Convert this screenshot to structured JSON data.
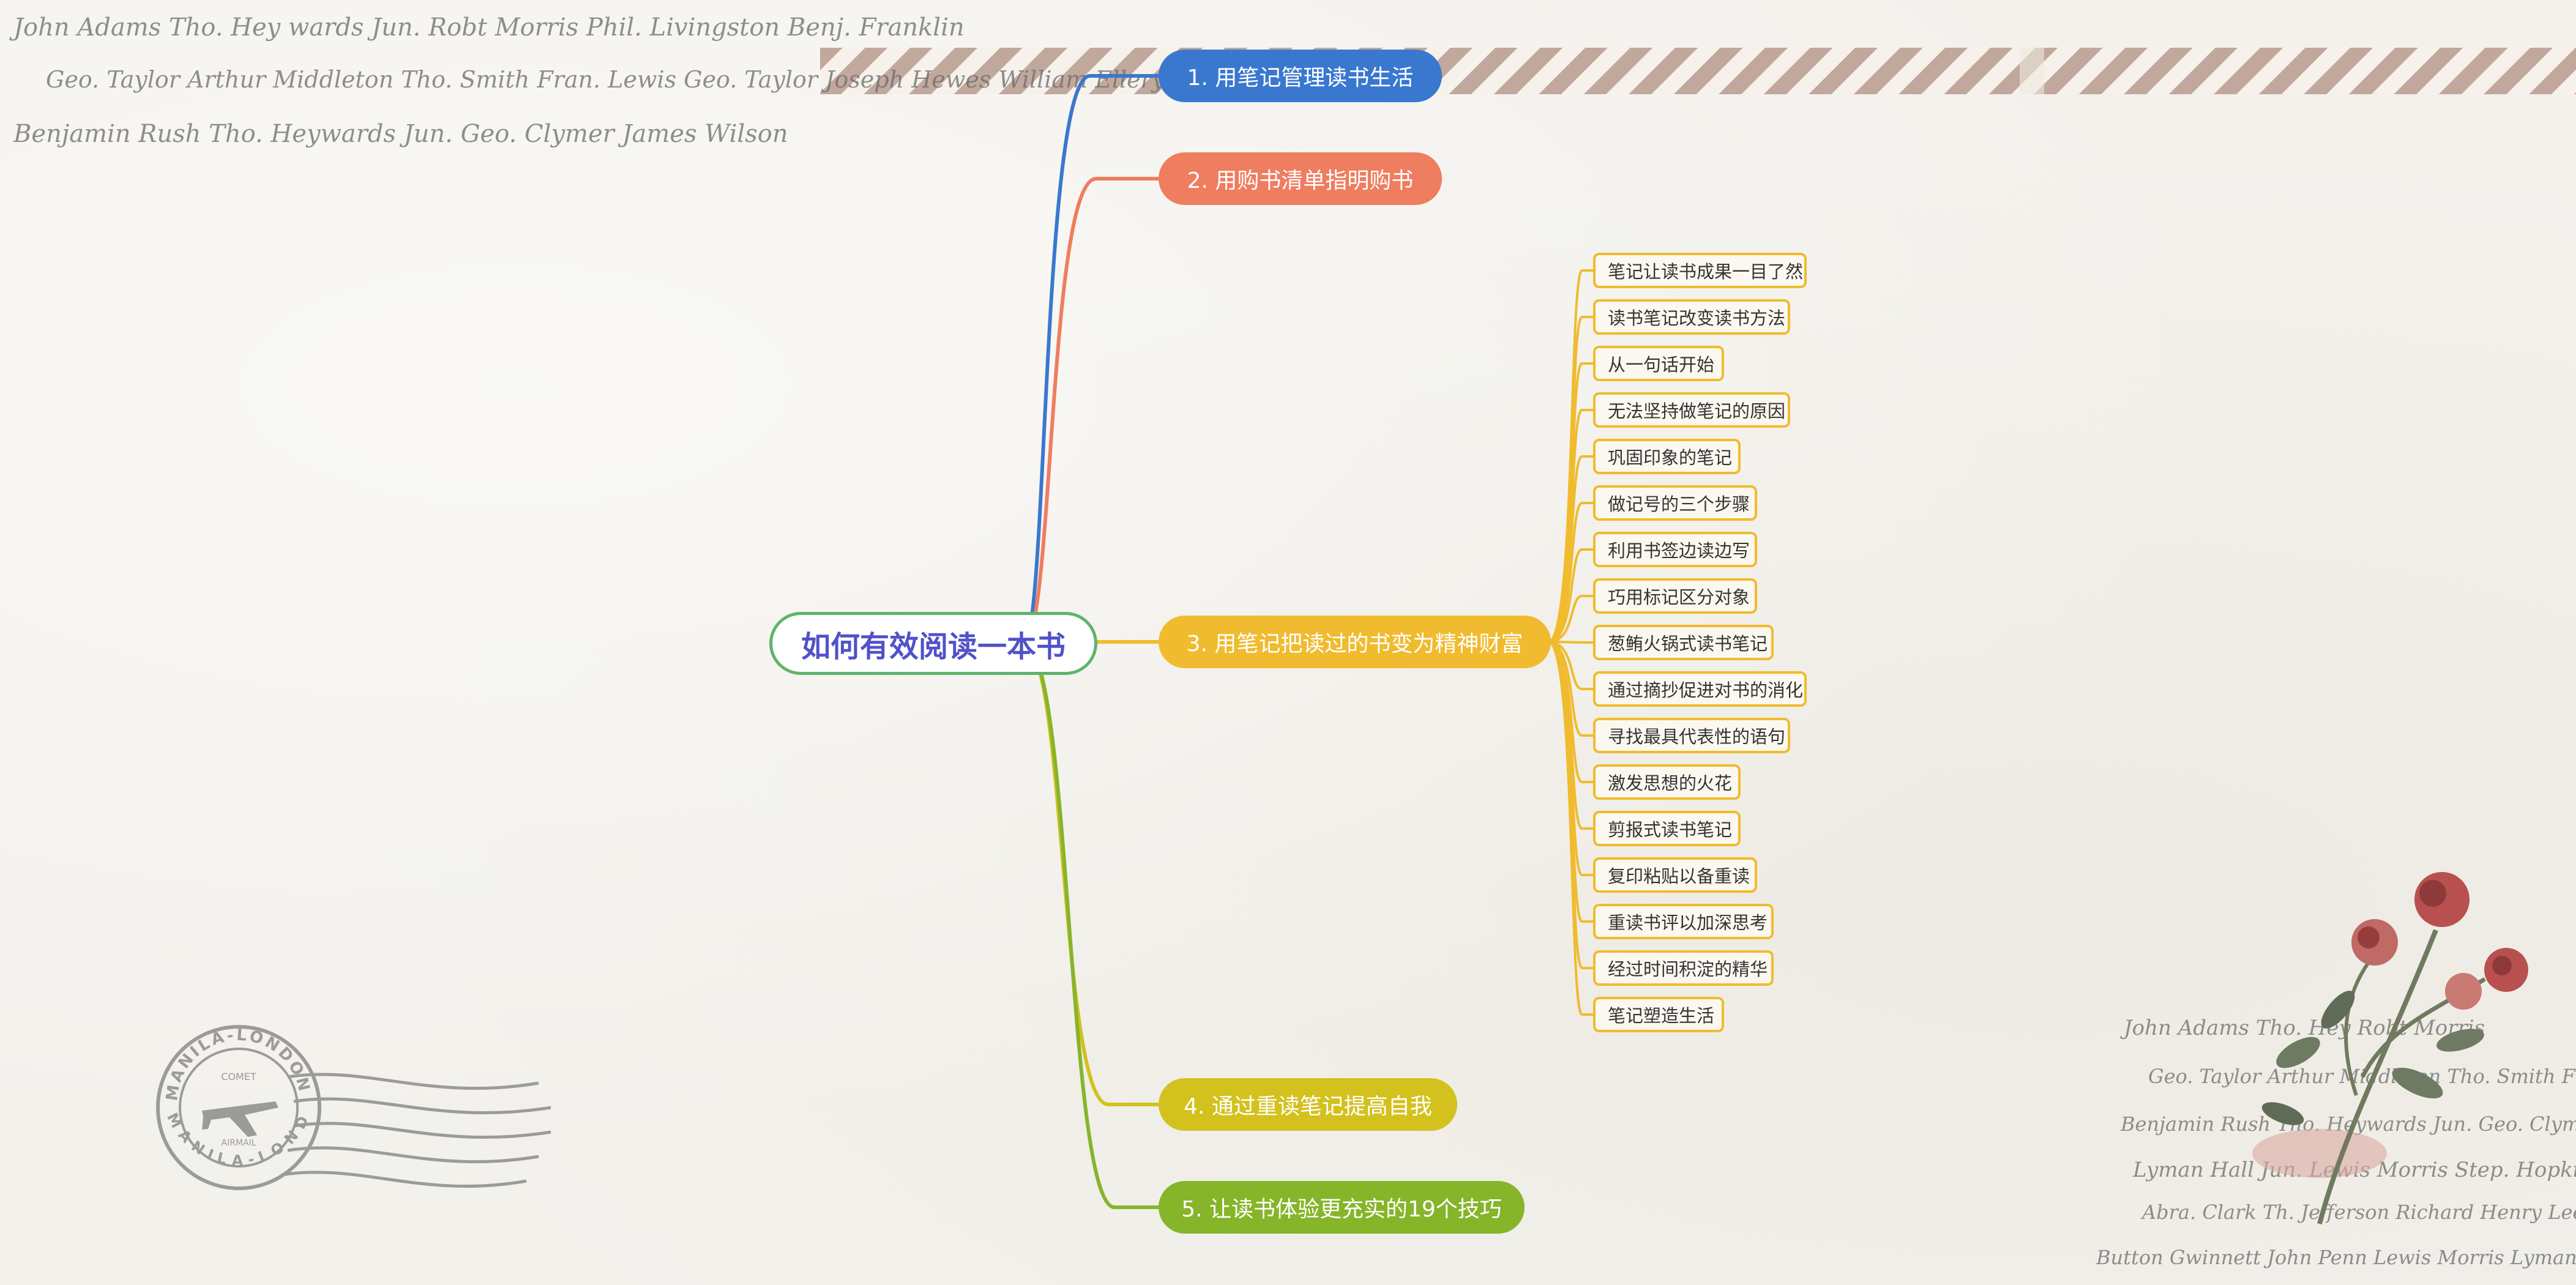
{
  "mindmap": {
    "root": {
      "label": "如何有效阅读一本书"
    },
    "branches": [
      {
        "label": "1.  用笔记管理读书生活",
        "color": "#3a78cf"
      },
      {
        "label": "2. 用购书清单指明购书",
        "color": "#ef7d5f"
      },
      {
        "label": "3. 用笔记把读过的书变为精神财富",
        "color": "#f0bb2e"
      },
      {
        "label": "4. 通过重读笔记提高自我",
        "color": "#d3c11e"
      },
      {
        "label": "5. 让读书体验更充实的19个技巧",
        "color": "#86b52a"
      }
    ],
    "leaves": [
      "笔记让读书成果一目了然",
      "读书笔记改变读书方法",
      "从一句话开始",
      "无法坚持做笔记的原因",
      "巩固印象的笔记",
      "做记号的三个步骤",
      "利用书签边读边写",
      "巧用标记区分对象",
      "葱鲔火锅式读书笔记",
      "通过摘抄促进对书的消化",
      "寻找最具代表性的语句",
      "激发思想的火花",
      "剪报式读书笔记",
      "复印粘贴以备重读",
      "重读书评以加深思考",
      "经过时间积淀的精华",
      "笔记塑造生活"
    ]
  },
  "decor": {
    "signature_lines": [
      "John Adams Tho. Hey wards Jun. Robt Morris Phil. Livingston Benj. Franklin",
      "Geo. Taylor Arthur Middleton Tho. Smith Fran. Lewis Geo. Taylor Joseph Hewes William Ellery",
      "Benjamin Rush Tho. Heywards Jun. Geo. Clymer James Wilson"
    ],
    "signature_lines_right": [
      "John Adams Tho. Hey Robt Morris",
      "Geo. Taylor Arthur Middleton Tho. Smith Fran. Lewis",
      "Benjamin Rush Tho. Heywards Jun. Geo. Clymer",
      "Lyman Hall Jun. Lewis Morris Step. Hopkins",
      "Abra. Clark Th. Jefferson Richard Henry Lee",
      "Button Gwinnett John Penn Lewis Morris Lyman Hall"
    ],
    "stamp_text_top": "MANILA-LONDON",
    "stamp_text_bottom": "MANILA-LONDON",
    "stamp_text_middle": "COMET",
    "stamp_text_small": "AIRMAIL"
  }
}
